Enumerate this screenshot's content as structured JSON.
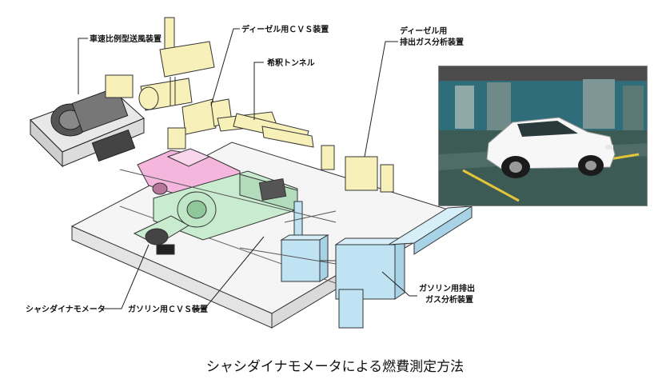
{
  "labels": {
    "blower": "車速比例型送風装置",
    "diesel_cvs": "ディーゼル用ＣＶＳ装置",
    "dilution_tunnel": "希釈トンネル",
    "diesel_analyzer_line1": "ディーゼル用",
    "diesel_analyzer_line2": "排出ガス分析装置",
    "chassis_dyno": "シャシダイナモメータ",
    "gasoline_cvs": "ガソリン用ＣＶＳ装置",
    "gasoline_analyzer_line1": "ガソリン用排出",
    "gasoline_analyzer_line2": "ガス分析装置"
  },
  "caption": "シャシダイナモメータによる燃費測定方法",
  "colors": {
    "cream": "#f7f0b8",
    "pink": "#f4b6dc",
    "green": "#c9ecd0",
    "blue": "#bfe3f2",
    "platform": "#f2f2f2"
  }
}
